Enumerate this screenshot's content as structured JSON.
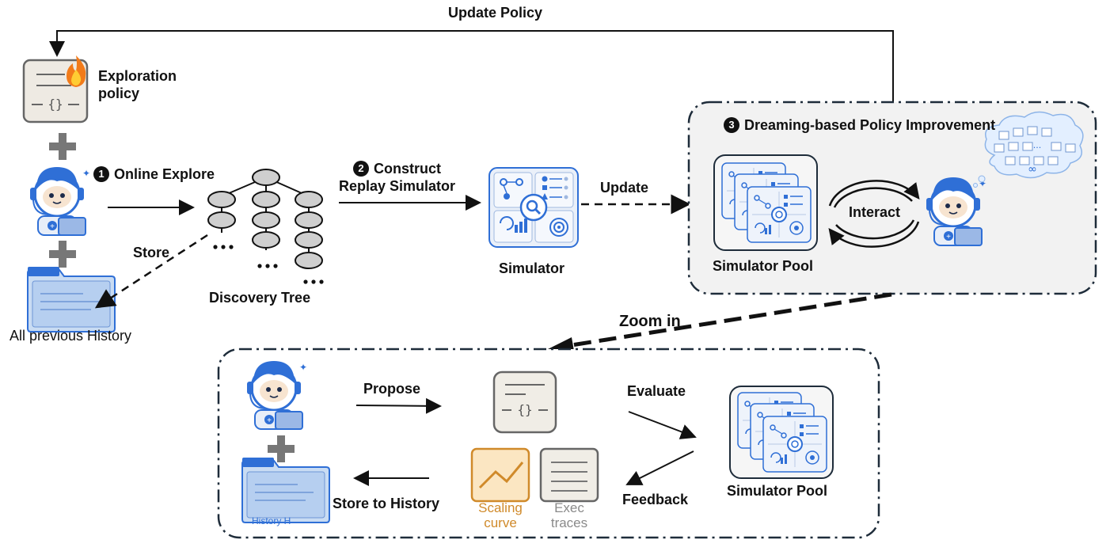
{
  "top": {
    "update_policy": "Update Policy",
    "exploration_policy_line1": "Exploration",
    "exploration_policy_line2": "policy"
  },
  "stage1": {
    "badge": "1",
    "title": "Online Explore",
    "store": "Store",
    "history": "All previous History",
    "tree": "Discovery Tree"
  },
  "stage2": {
    "badge": "2",
    "title_line1": "Construct",
    "title_line2": "Replay Simulator",
    "simulator": "Simulator",
    "update": "Update"
  },
  "stage3": {
    "badge": "3",
    "title": "Dreaming-based Policy Improvement",
    "pool": "Simulator Pool",
    "interact": "Interact"
  },
  "zoom": {
    "zoom_in": "Zoom in",
    "propose": "Propose",
    "evaluate": "Evaluate",
    "feedback": "Feedback",
    "store_history": "Store to History",
    "history_h": "History H",
    "scaling_line1": "Scaling",
    "scaling_line2": "curve",
    "exec_line1": "Exec",
    "exec_line2": "traces",
    "pool": "Simulator Pool"
  },
  "colors": {
    "robot_blue": "#2f6fd6",
    "folder_blue": "#c9dcf3",
    "panel_fill": "#f2f2f2",
    "fire": "#f27b1a",
    "scaling": "#d08a2a",
    "exec": "#8a8a8a"
  }
}
